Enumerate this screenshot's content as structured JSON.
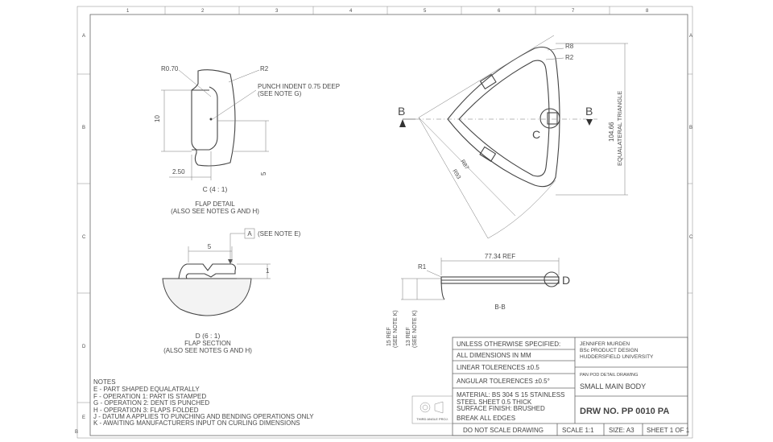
{
  "border": {
    "columns": [
      "1",
      "2",
      "3",
      "4",
      "5",
      "6",
      "7",
      "8"
    ],
    "rows": [
      "A",
      "B",
      "C",
      "D",
      "E"
    ],
    "corner_letter": "B"
  },
  "flap_detail": {
    "dims": {
      "r_left": "R0.70",
      "r_right": "R2",
      "height": "10",
      "width": "2.50",
      "depth": "5"
    },
    "punch_note_1": "PUNCH INDENT 0.75 DEEP",
    "punch_note_2": "(SEE NOTE G)",
    "view_label": "C (4 : 1)",
    "caption_1": "FLAP DETAIL",
    "caption_2": "(ALSO SEE NOTES G AND H)"
  },
  "flap_section": {
    "datum": "A",
    "datum_note": "(SEE NOTE E)",
    "dims": {
      "width": "5",
      "height": "1"
    },
    "view_label": "D (6 : 1)",
    "caption_1": "FLAP SECTION",
    "caption_2": "(ALSO SEE NOTES G AND H)"
  },
  "top_view": {
    "dims": {
      "r8": "R8",
      "r2": "R2",
      "r87": "R87",
      "r93": "R93",
      "height": "104.66",
      "height_label": "EQUALATERAL TRIANGLE"
    },
    "section_left": "B",
    "section_right": "B",
    "detail_callout": "C"
  },
  "side_section": {
    "dims": {
      "width": "77.34 REF",
      "r1": "R1",
      "ref15": "15 REF",
      "ref15_note": "(SEE NOTE K)",
      "ref13": "13 REF",
      "ref13_note": "(SEE NOTE K)"
    },
    "detail_callout": "D",
    "view_label": "B-B"
  },
  "notes": {
    "heading": "NOTES",
    "items": [
      "E - PART SHAPED EQUALATRALLY",
      "F - OPERATION 1: PART IS STAMPED",
      "G - OPERATION 2: DENT IS PUNCHED",
      "H - OPERATION 3: FLAPS FOLDED",
      "J - DATUM A APPLIES TO PUNCHING AND BENDING OPERATIONS ONLY",
      "K - AWAITING MANUFACTURERS INPUT ON CURLING DIMENSIONS"
    ]
  },
  "title_block": {
    "unless": "UNLESS OTHERWISE SPECIFIED:",
    "all_dims": "ALL DIMENSIONS IN MM",
    "linear": "LINEAR TOLERENCES ±0.5",
    "angular": "ANGULAR TOLERENCES ±0.5°",
    "material_1": "MATERIAL: BS 304 S 15 STAINLESS",
    "material_2": "STEEL SHEET 0.5 THICK",
    "finish": "SURFACE FINISH: BRUSHED",
    "break_edges": "BREAK ALL EDGES",
    "projection": "THIRD ANGLE PROJ.",
    "author": "JENNIFER MURDEN",
    "degree": "BSc PRODUCT DESIGN",
    "university": "HUDDERSFIELD UNIVERSITY",
    "drawing_type": "PAN POD DETAIL DRAWING",
    "part_name": "SMALL MAIN BODY",
    "drawing_no": "DRW NO. PP 0010 PA",
    "do_not_scale": "DO NOT SCALE DRAWING",
    "scale": "SCALE 1:1",
    "size": "SIZE: A3",
    "sheet": "SHEET 1 OF 1"
  }
}
